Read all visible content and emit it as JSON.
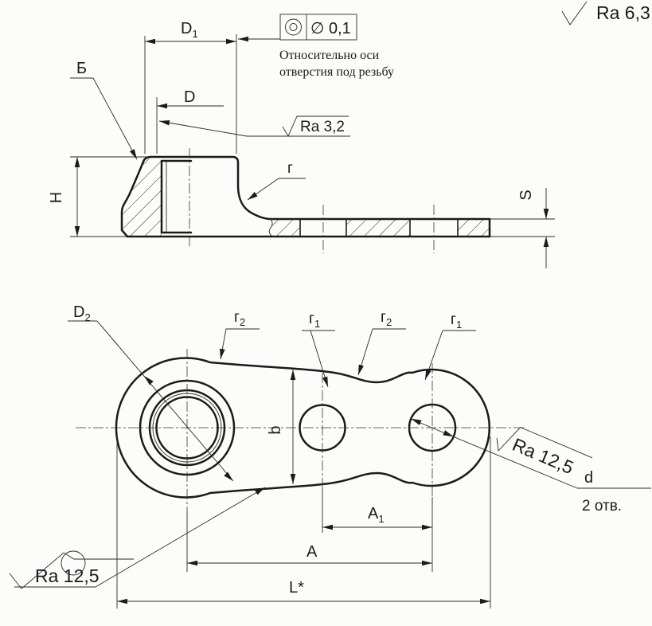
{
  "colors": {
    "ink": "#1b1b1b",
    "paper": "#fcfcfb"
  },
  "corner_mark": {
    "roughness": "Ra 6,3"
  },
  "tolerance": {
    "symbol": "concentricity-icon",
    "value": "∅ 0,1",
    "note1": "Относительно оси",
    "note2": "отверстия под резьбу"
  },
  "side_view": {
    "labels": {
      "surface": "Б",
      "d1_main": "D",
      "d1_sub": "1",
      "d_main": "D",
      "ra_thread": "Ra 3,2",
      "fillet": "г",
      "height": "H",
      "thickness": "S"
    }
  },
  "plan_view": {
    "labels": {
      "d2_main": "D",
      "d2_sub": "2",
      "r2_main": "г",
      "r2_sub": "2",
      "r1_main": "г",
      "r1_sub": "1",
      "width": "b",
      "a1_main": "A",
      "a1_sub": "1",
      "a": "A",
      "length": "L*",
      "hole_d": "d",
      "holes_count": "2 отв.",
      "ra_flat": "Ra 12,5",
      "ra_hole": "Ra 12,5"
    }
  }
}
